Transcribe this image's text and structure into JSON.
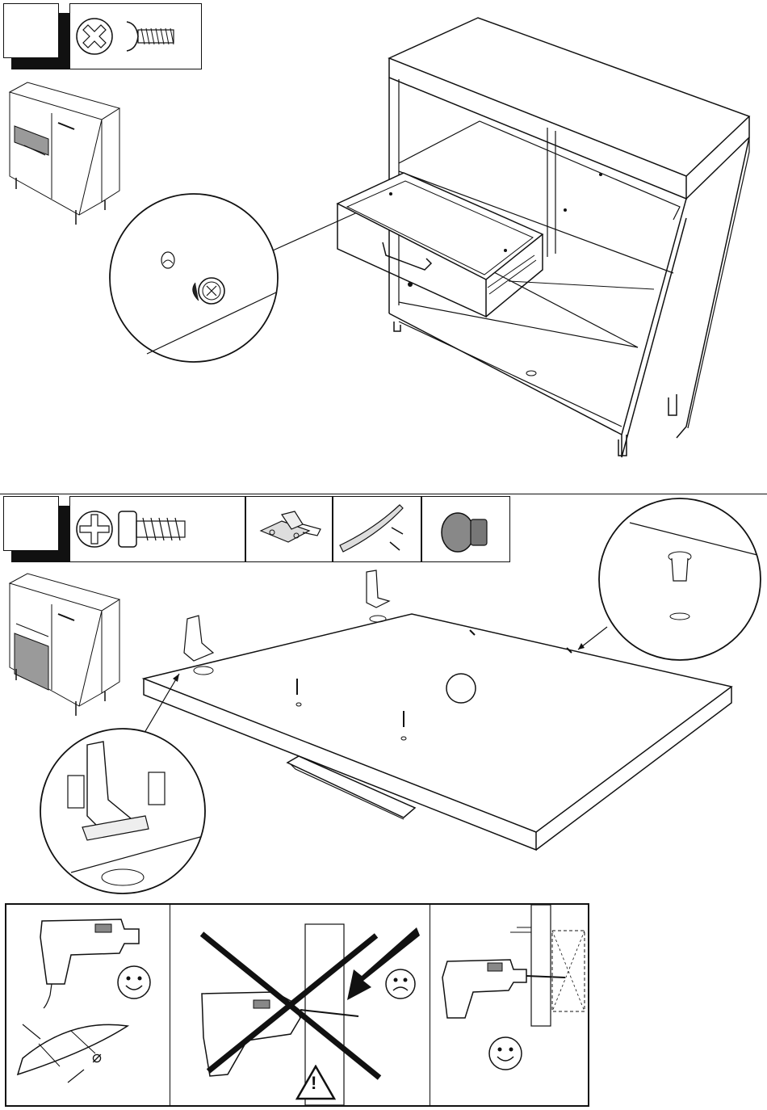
{
  "document": {
    "title": "",
    "steps": [
      {
        "number": "",
        "parts": [
          "screw-cam-bolt"
        ]
      },
      {
        "number": "",
        "parts": [
          "screw-cam-bolt",
          "hinge",
          "handle-and-screws",
          "plastic-pin"
        ]
      }
    ]
  },
  "icons": {
    "smile": "smile-icon",
    "sad": "sad-icon",
    "warning": "warning-icon",
    "drill": "drill-icon",
    "diameter": "⌀",
    "warning_glyph": "!"
  },
  "colors": {
    "ink": "#111111",
    "fill_gray": "#9a9a9a",
    "paper": "#ffffff"
  }
}
